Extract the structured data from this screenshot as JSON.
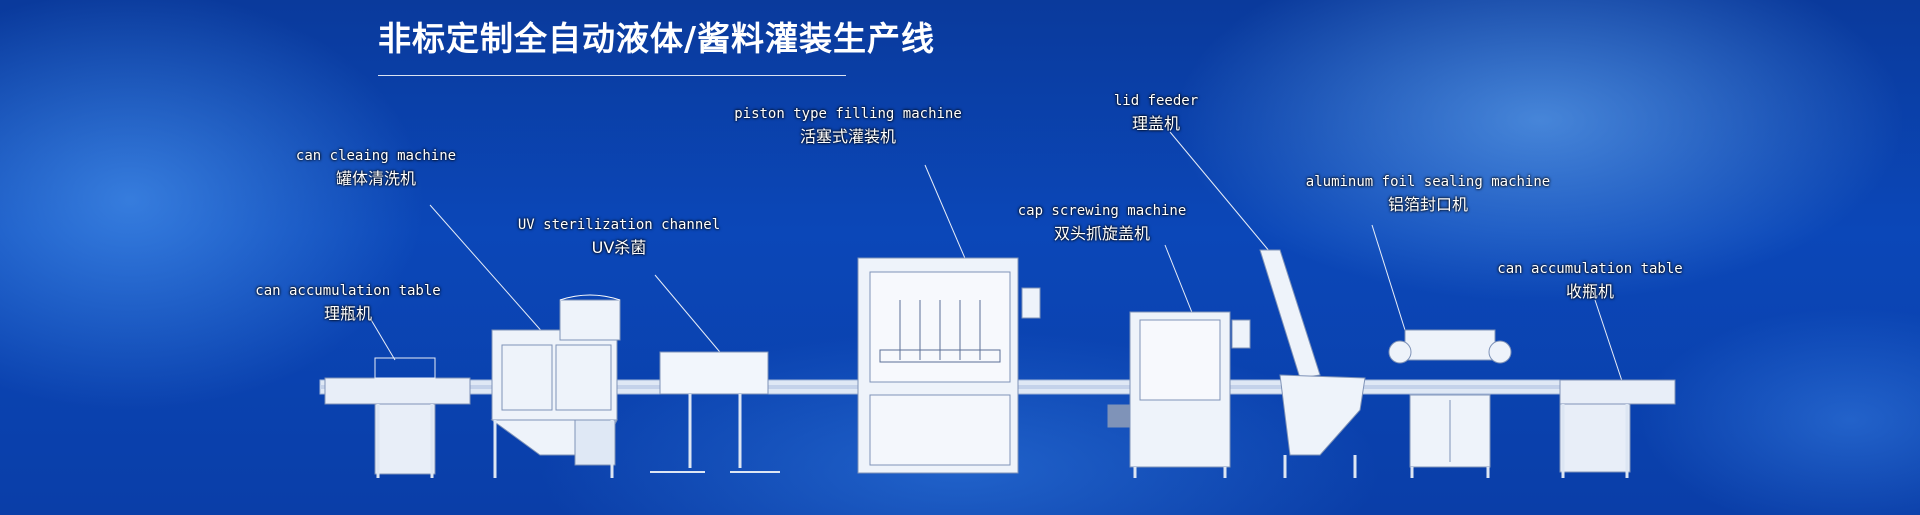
{
  "header": {
    "title": "非标定制全自动液体/酱料灌装生产线"
  },
  "labels": [
    {
      "id": "can-accumulation-left",
      "en": "can accumulation table",
      "zh": "理瓶机"
    },
    {
      "id": "can-cleaning",
      "en": "can cleaing machine",
      "zh": "罐体清洗机"
    },
    {
      "id": "uv-sterilization",
      "en": "UV sterilization channel",
      "zh": "UV杀菌"
    },
    {
      "id": "piston-filling",
      "en": "piston type filling machine",
      "zh": "活塞式灌装机"
    },
    {
      "id": "cap-screwing",
      "en": "cap screwing machine",
      "zh": "双头抓旋盖机"
    },
    {
      "id": "lid-feeder",
      "en": "lid feeder",
      "zh": "理盖机"
    },
    {
      "id": "foil-sealing",
      "en": "aluminum foil sealing machine",
      "zh": "铝箔封口机"
    },
    {
      "id": "can-accumulation-right",
      "en": "can accumulation table",
      "zh": "收瓶机"
    }
  ],
  "colors": {
    "background": "#0b47b8",
    "line_art": "#ffffff",
    "machine_fill": "#eef3fa"
  }
}
